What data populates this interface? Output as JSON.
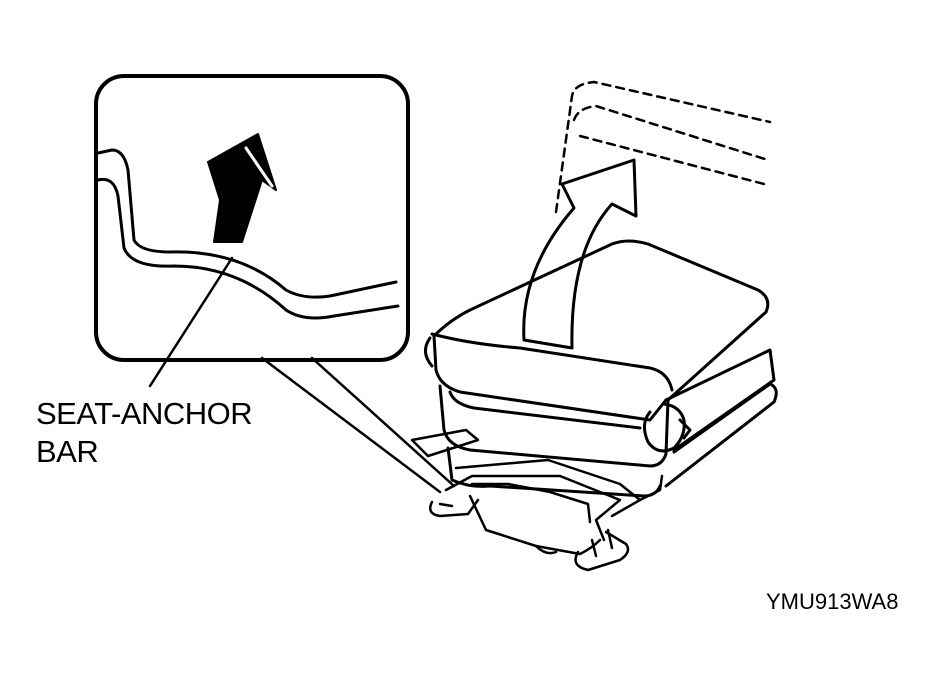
{
  "callout": {
    "line1": "SEAT-ANCHOR",
    "line2": "BAR"
  },
  "figure_code": "YMU913WA8",
  "colors": {
    "ink": "#000000",
    "paper": "#ffffff"
  }
}
